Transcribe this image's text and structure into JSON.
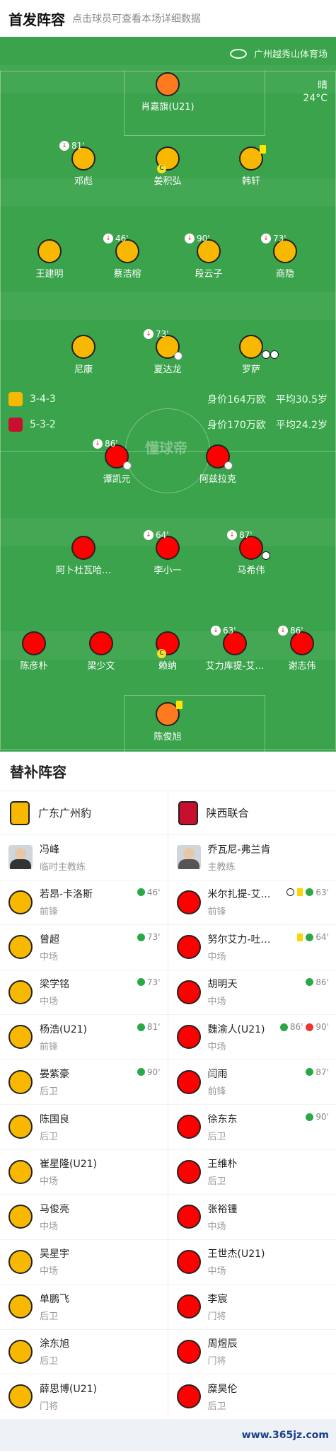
{
  "header": {
    "title": "首发阵容",
    "subtitle": "点击球员可查看本场详细数据"
  },
  "pitch": {
    "venue": "广州越秀山体育场",
    "weather": "晴",
    "temperature": "24°C",
    "watermark": "懂球帝",
    "home_meta": {
      "formation": "3-4-3",
      "value": "身价164万欧",
      "avg_age": "平均30.5岁"
    },
    "away_meta": {
      "formation": "5-3-2",
      "value": "身价170万欧",
      "avg_age": "平均24.2岁"
    },
    "colors": {
      "pitch": "#3aa34b",
      "home": "#f9b800",
      "away": "#ff0000",
      "gk": "#ff7a1f"
    }
  },
  "home_players": [
    {
      "name": "肖嘉旗(U21)",
      "minute": ""
    },
    {
      "name": "邓彪",
      "minute": "81'"
    },
    {
      "name": "姜积弘",
      "minute": ""
    },
    {
      "name": "韩轩",
      "minute": ""
    },
    {
      "name": "王建明",
      "minute": ""
    },
    {
      "name": "蔡浩榕",
      "minute": "46'"
    },
    {
      "name": "段云子",
      "minute": "90'"
    },
    {
      "name": "商隐",
      "minute": "73'"
    },
    {
      "name": "尼康",
      "minute": ""
    },
    {
      "name": "夏达龙",
      "minute": "73'"
    },
    {
      "name": "罗萨",
      "minute": ""
    }
  ],
  "away_players": [
    {
      "name": "谭凯元",
      "minute": "86'"
    },
    {
      "name": "阿兹拉克",
      "minute": ""
    },
    {
      "name": "阿卜杜瓦哈…",
      "minute": ""
    },
    {
      "name": "李小一",
      "minute": "64'"
    },
    {
      "name": "马希伟",
      "minute": "87'"
    },
    {
      "name": "陈彦朴",
      "minute": ""
    },
    {
      "name": "梁少文",
      "minute": ""
    },
    {
      "name": "赖纳",
      "minute": ""
    },
    {
      "name": "艾力库提-艾…",
      "minute": "63'"
    },
    {
      "name": "谢志伟",
      "minute": "86'"
    },
    {
      "name": "陈俊旭",
      "minute": ""
    }
  ],
  "subs": {
    "title": "替补阵容",
    "home": {
      "team_name": "广东广州豹",
      "coach": {
        "name": "冯峰",
        "role": "临时主教练"
      },
      "players": [
        {
          "name": "若昂-卡洛斯",
          "pos": "前锋",
          "ev": "46'"
        },
        {
          "name": "曾超",
          "pos": "中场",
          "ev": "73'"
        },
        {
          "name": "梁学铭",
          "pos": "中场",
          "ev": "73'"
        },
        {
          "name": "杨浩(U21)",
          "pos": "前锋",
          "ev": "81'"
        },
        {
          "name": "晏紫豪",
          "pos": "后卫",
          "ev": "90'"
        },
        {
          "name": "陈国良",
          "pos": "后卫",
          "ev": ""
        },
        {
          "name": "崔星隆(U21)",
          "pos": "中场",
          "ev": ""
        },
        {
          "name": "马俊亮",
          "pos": "中场",
          "ev": ""
        },
        {
          "name": "吴星宇",
          "pos": "中场",
          "ev": ""
        },
        {
          "name": "单鹏飞",
          "pos": "后卫",
          "ev": ""
        },
        {
          "name": "涂东旭",
          "pos": "后卫",
          "ev": ""
        },
        {
          "name": "薛思博(U21)",
          "pos": "门将",
          "ev": ""
        }
      ]
    },
    "away": {
      "team_name": "陕西联合",
      "coach": {
        "name": "乔瓦尼-弗兰肯",
        "role": "主教练"
      },
      "players": [
        {
          "name": "米尔扎提-艾…",
          "pos": "前锋",
          "ev": "63'"
        },
        {
          "name": "努尔艾力-吐…",
          "pos": "中场",
          "ev": "64'"
        },
        {
          "name": "胡明天",
          "pos": "中场",
          "ev": "86'"
        },
        {
          "name": "魏渝人(U21)",
          "pos": "中场",
          "ev": "86'",
          "ev2": "90'"
        },
        {
          "name": "闫雨",
          "pos": "前锋",
          "ev": "87'"
        },
        {
          "name": "徐东东",
          "pos": "后卫",
          "ev": "90'"
        },
        {
          "name": "王维朴",
          "pos": "后卫",
          "ev": ""
        },
        {
          "name": "张裕锺",
          "pos": "中场",
          "ev": ""
        },
        {
          "name": "王世杰(U21)",
          "pos": "中场",
          "ev": ""
        },
        {
          "name": "李宸",
          "pos": "门将",
          "ev": ""
        },
        {
          "name": "周煜辰",
          "pos": "门将",
          "ev": ""
        },
        {
          "name": "糜昊伦",
          "pos": "后卫",
          "ev": ""
        }
      ]
    }
  },
  "footer": {
    "watermark": "www.365jz.com"
  }
}
